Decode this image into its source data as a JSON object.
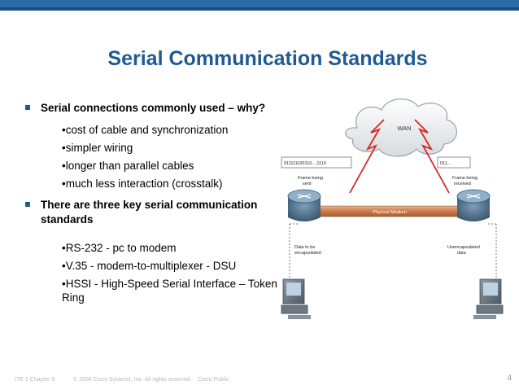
{
  "slide": {
    "title": "Serial Communication Standards",
    "bullets": [
      {
        "text": "Serial connections commonly used – why?",
        "subs": [
          "•cost of cable and synchronization",
          "•simpler wiring",
          "•longer than parallel cables",
          "•much less interaction (crosstalk)"
        ]
      },
      {
        "text_line1": "There are three key serial communication",
        "text_line2": "standards",
        "subs": [
          "•RS-232 - pc to modem",
          "•V.35 - modem-to-multiplexer - DSU",
          "•HSSI - High-Speed Serial Interface – Token",
          "Ring"
        ]
      }
    ]
  },
  "figure": {
    "wan_label": "WAN",
    "left_bits": "011111100110....1110",
    "right_bits": "011...",
    "left_status_1": "Frame being",
    "left_status_2": "sent",
    "right_status_1": "Frame being",
    "right_status_2": "received",
    "medium_label": "Physical Medium",
    "left_data_1": "Data to be",
    "left_data_2": "encapsulated",
    "right_data_1": "Unencapsulated",
    "right_data_2": "data"
  },
  "footer": {
    "course": "ITE 1 Chapter 6",
    "copyright": "© 2006 Cisco Systems, Inc. All rights reserved.",
    "classification": "Cisco Public",
    "page_number": "4"
  },
  "colors": {
    "title": "#1f5a93",
    "band": "#2b6aa5",
    "bullet": "#1f5a93"
  }
}
